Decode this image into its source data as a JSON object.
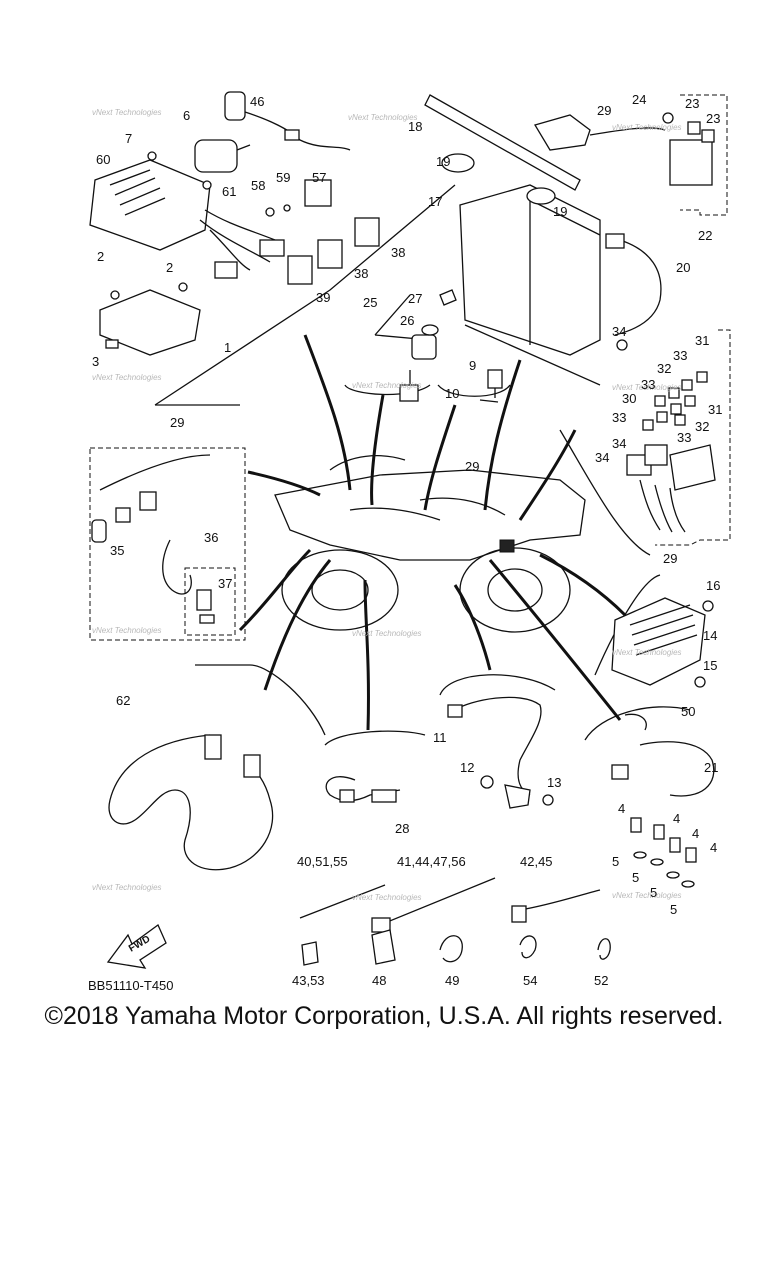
{
  "diagram": {
    "code": "BB51110-T450",
    "fwd_label": "FWD",
    "watermark": "vNext Technologies",
    "callouts": [
      "1",
      "2",
      "2",
      "3",
      "4",
      "4",
      "4",
      "4",
      "5",
      "5",
      "5",
      "5",
      "6",
      "7",
      "9",
      "10",
      "11",
      "12",
      "13",
      "14",
      "15",
      "16",
      "17",
      "18",
      "19",
      "19",
      "20",
      "21",
      "22",
      "23",
      "23",
      "24",
      "25",
      "26",
      "27",
      "28",
      "29",
      "29",
      "29",
      "29",
      "30",
      "31",
      "31",
      "32",
      "32",
      "33",
      "33",
      "33",
      "33",
      "34",
      "34",
      "34",
      "35",
      "36",
      "37",
      "38",
      "38",
      "39",
      "40,51,55",
      "41,44,47,56",
      "42,45",
      "43,53",
      "46",
      "48",
      "49",
      "50",
      "52",
      "54",
      "57",
      "58",
      "59",
      "60",
      "61",
      "62"
    ]
  },
  "footer": {
    "copyright": "©2018 Yamaha Motor Corporation, U.S.A. All rights reserved."
  }
}
